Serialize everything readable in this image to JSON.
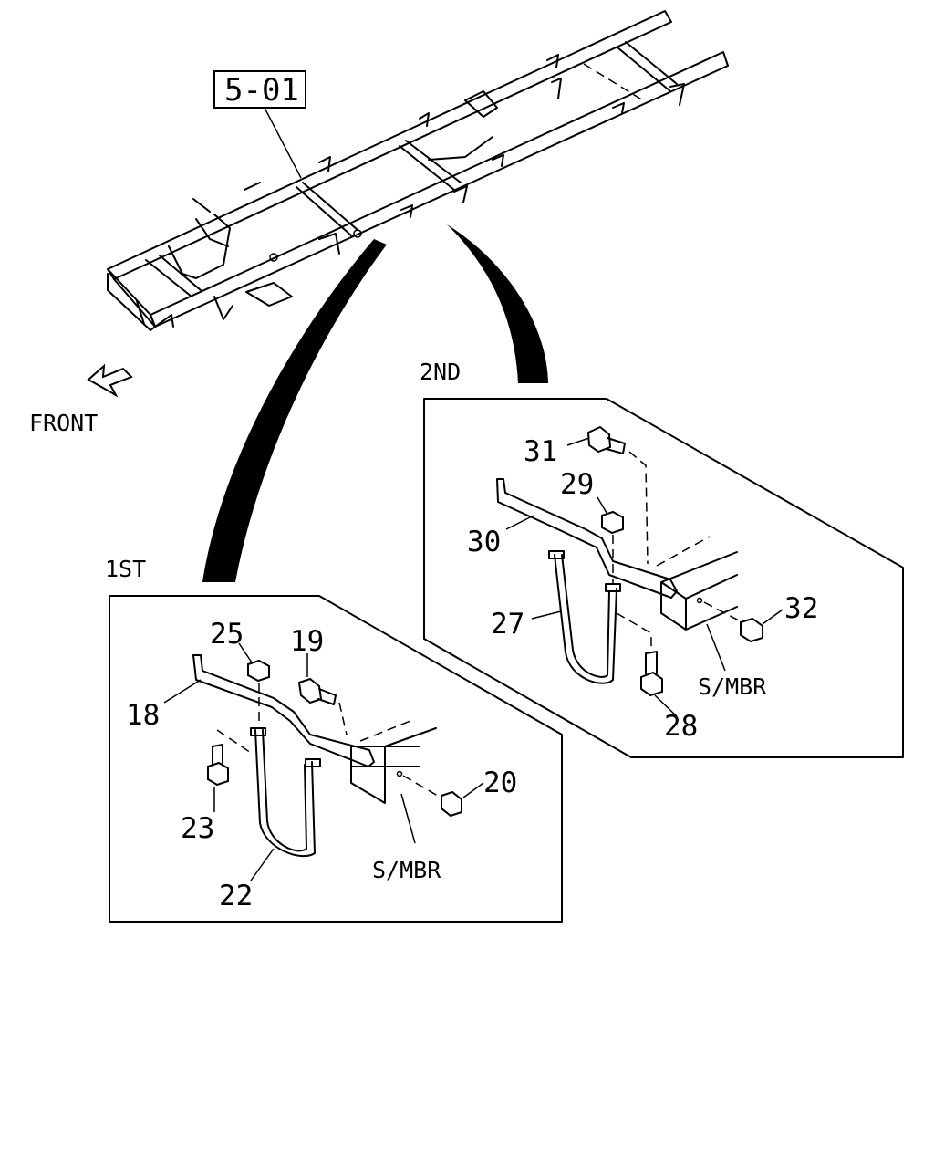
{
  "reference_box": {
    "label": "5-01"
  },
  "direction": {
    "label": "FRONT",
    "icon": "arrow-front-icon"
  },
  "panels": {
    "first": {
      "title": "1ST",
      "side_member_label": "S/MBR",
      "parts": {
        "p18": "18",
        "p19": "19",
        "p20": "20",
        "p22": "22",
        "p23": "23",
        "p25": "25"
      }
    },
    "second": {
      "title": "2ND",
      "side_member_label": "S/MBR",
      "parts": {
        "p27": "27",
        "p28": "28",
        "p29": "29",
        "p30": "30",
        "p31": "31",
        "p32": "32"
      }
    }
  }
}
